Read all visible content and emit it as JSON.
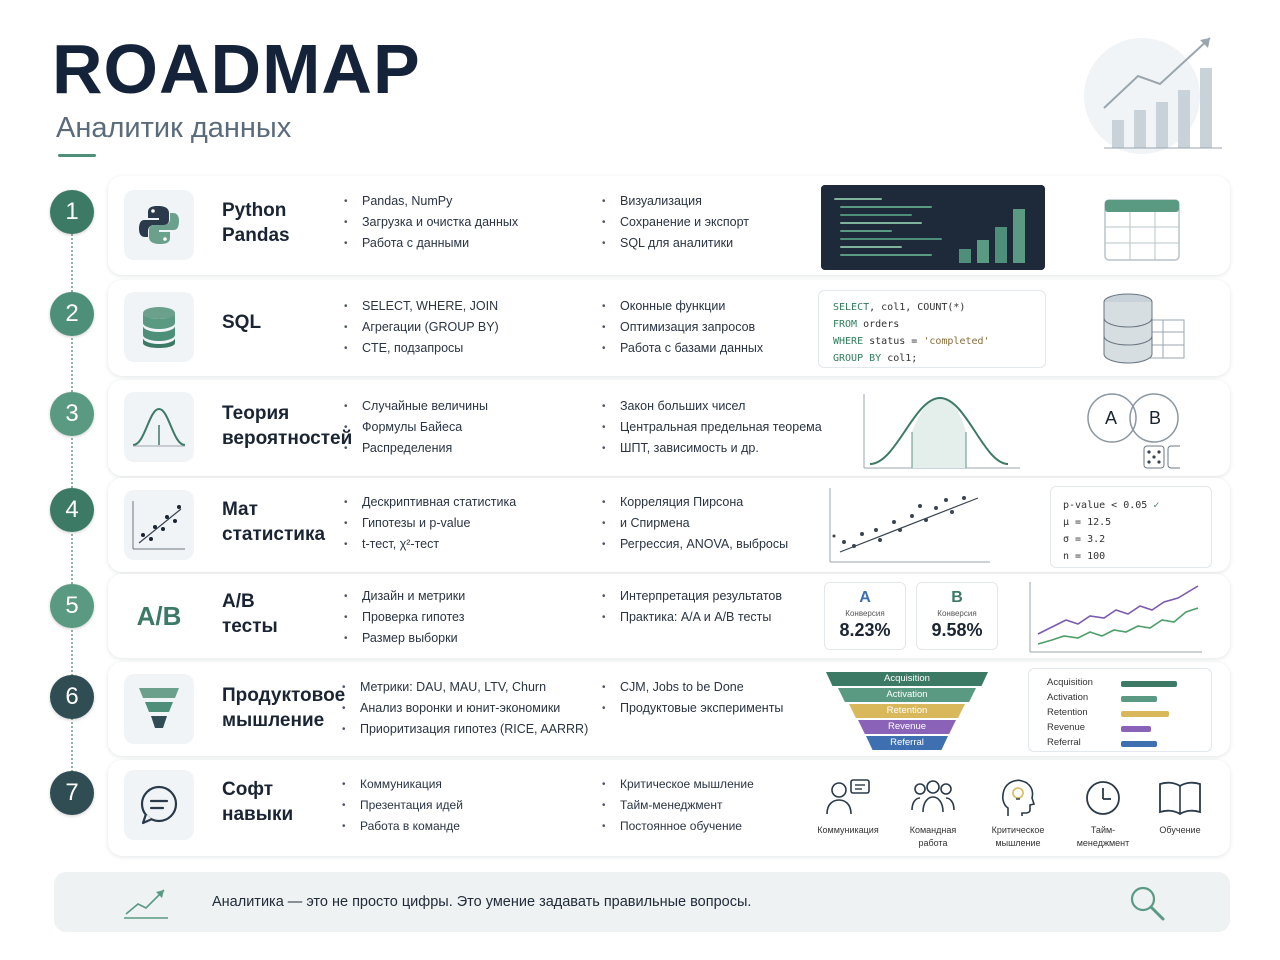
{
  "header": {
    "title": "ROADMAP",
    "subtitle": "Аналитик данных"
  },
  "steps": [
    {
      "number": "1",
      "title_line1": "Python",
      "title_line2": "Pandas",
      "col1": [
        "Pandas, NumPy",
        "Загрузка и очистка данных",
        "Работа с данными"
      ],
      "col2": [
        "Визуализация",
        "Сохранение и экспорт",
        "SQL для аналитики"
      ]
    },
    {
      "number": "2",
      "title_line1": "SQL",
      "title_line2": "",
      "col1": [
        "SELECT, WHERE, JOIN",
        "Агрегации (GROUP BY)",
        "CTE, подзапросы"
      ],
      "col2": [
        "Оконные функции",
        "Оптимизация запросов",
        "Работа с базами данных"
      ],
      "code": {
        "line1_kw": "SELECT",
        "line1_rest": ", col1, COUNT(*)",
        "line2_kw": "FROM",
        "line2_rest": " orders",
        "line3_kw": "WHERE",
        "line3_rest": " status = ",
        "line3_str": "'completed'",
        "line4_kw": "GROUP BY",
        "line4_rest": " col1;"
      }
    },
    {
      "number": "3",
      "title_line1": "Теория",
      "title_line2": "вероятностей",
      "col1": [
        "Случайные величины",
        "Формулы Байеса",
        "Распределения"
      ],
      "col2": [
        "Закон больших чисел",
        "Центральная предельная теорема",
        "ШПТ, зависимость и др."
      ],
      "venn_a": "A",
      "venn_b": "B"
    },
    {
      "number": "4",
      "title_line1": "Мат",
      "title_line2": "статистика",
      "col1": [
        "Дескриптивная статистика",
        "Гипотезы и p-value",
        "t-тест, χ²-тест"
      ],
      "col2": [
        "Корреляция Пирсона",
        "и Спирмена",
        "Регрессия, ANOVA, выбросы"
      ],
      "stats": [
        "p-value < 0.05",
        "μ = 12.5",
        "σ = 3.2",
        "n = 100"
      ]
    },
    {
      "number": "5",
      "title_line1": "A/B",
      "title_line2": "тесты",
      "icon_text": "A/B",
      "col1": [
        "Дизайн и метрики",
        "Проверка гипотез",
        "Размер выборки"
      ],
      "col2": [
        "Интерпретация результатов",
        "Практика: A/A и A/B тесты"
      ],
      "card_a": {
        "letter": "A",
        "label": "Конверсия",
        "value": "8.23%"
      },
      "card_b": {
        "letter": "B",
        "label": "Конверсия",
        "value": "9.58%"
      }
    },
    {
      "number": "6",
      "title_line1": "Продуктовое",
      "title_line2": "мышление",
      "col1": [
        "Метрики: DAU, MAU, LTV, Churn",
        "Анализ воронки и юнит-экономики",
        "Приоритизация гипотез (RICE, AARRR)"
      ],
      "col2": [
        "CJM, Jobs to be Done",
        "Продуктовые эксперименты"
      ],
      "funnel": [
        "Acquisition",
        "Activation",
        "Retention",
        "Revenue",
        "Referral"
      ]
    },
    {
      "number": "7",
      "title_line1": "Софт",
      "title_line2": "навыки",
      "col1": [
        "Коммуникация",
        "Презентация идей",
        "Работа в команде"
      ],
      "col2": [
        "Критическое мышление",
        "Тайм-менеджмент",
        "Постоянное обучение"
      ],
      "soft_icons": [
        {
          "line1": "Коммуникация",
          "line2": ""
        },
        {
          "line1": "Командная",
          "line2": "работа"
        },
        {
          "line1": "Критическое",
          "line2": "мышление"
        },
        {
          "line1": "Тайм-",
          "line2": "менеджмент"
        },
        {
          "line1": "Обучение",
          "line2": ""
        }
      ]
    }
  ],
  "footer": {
    "text": "Аналитика — это не просто цифры. Это умение задавать правильные вопросы."
  },
  "colors": {
    "step_circles": [
      "#3d7a66",
      "#4d8f78",
      "#5a9a82",
      "#3d7a66",
      "#5a9a82",
      "#2f4d52",
      "#2f4d52"
    ],
    "funnel": [
      "#3d7a66",
      "#5a9a82",
      "#d9b85c",
      "#8a63b8",
      "#3e6fb0"
    ],
    "accent": "#4d8f78"
  }
}
